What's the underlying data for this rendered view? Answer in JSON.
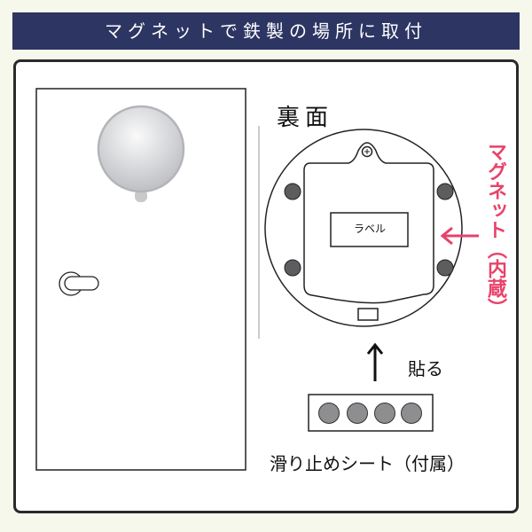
{
  "header": {
    "title": "マグネットで鉄製の場所に取付"
  },
  "back": {
    "title": "裏面",
    "label": "ラベル"
  },
  "magnet": {
    "text": "マグネット（内蔵）"
  },
  "stick": {
    "text": "貼る"
  },
  "sheet": {
    "caption": "滑り止めシート（付属）"
  },
  "colors": {
    "header_bg": "#2d3563",
    "accent": "#e8426a"
  }
}
